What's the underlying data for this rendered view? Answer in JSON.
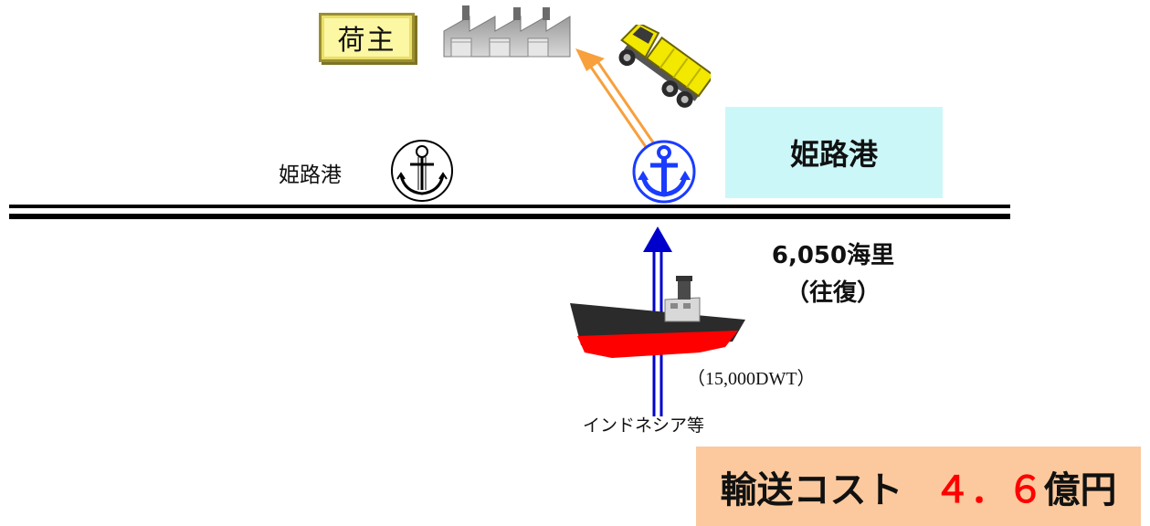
{
  "shipper": {
    "label": "荷主"
  },
  "port_left": {
    "label": "姫路港"
  },
  "port_box": {
    "label": "姫路港"
  },
  "distance": {
    "value": "6,050海里",
    "note": "（往復）"
  },
  "ship": {
    "tonnage": "（15,000DWT）"
  },
  "origin": {
    "label": "インドネシア等"
  },
  "cost": {
    "prefix": "輸送コスト",
    "value": "４．６",
    "unit": "億円"
  },
  "colors": {
    "shipper_fill": "#fbf7a3",
    "port_box_fill": "#ccf7f8",
    "cost_box_fill": "#fbc99d",
    "cost_value": "#ff0000",
    "sea_route": "#0000cc",
    "land_route": "#f7a03c",
    "anchor_active": "#1a3cff",
    "ship_hull": "#ff0000",
    "truck_body": "#f2e800"
  },
  "icons": [
    "factory-icon",
    "dump-truck-icon",
    "anchor-icon",
    "cargo-ship-icon"
  ]
}
